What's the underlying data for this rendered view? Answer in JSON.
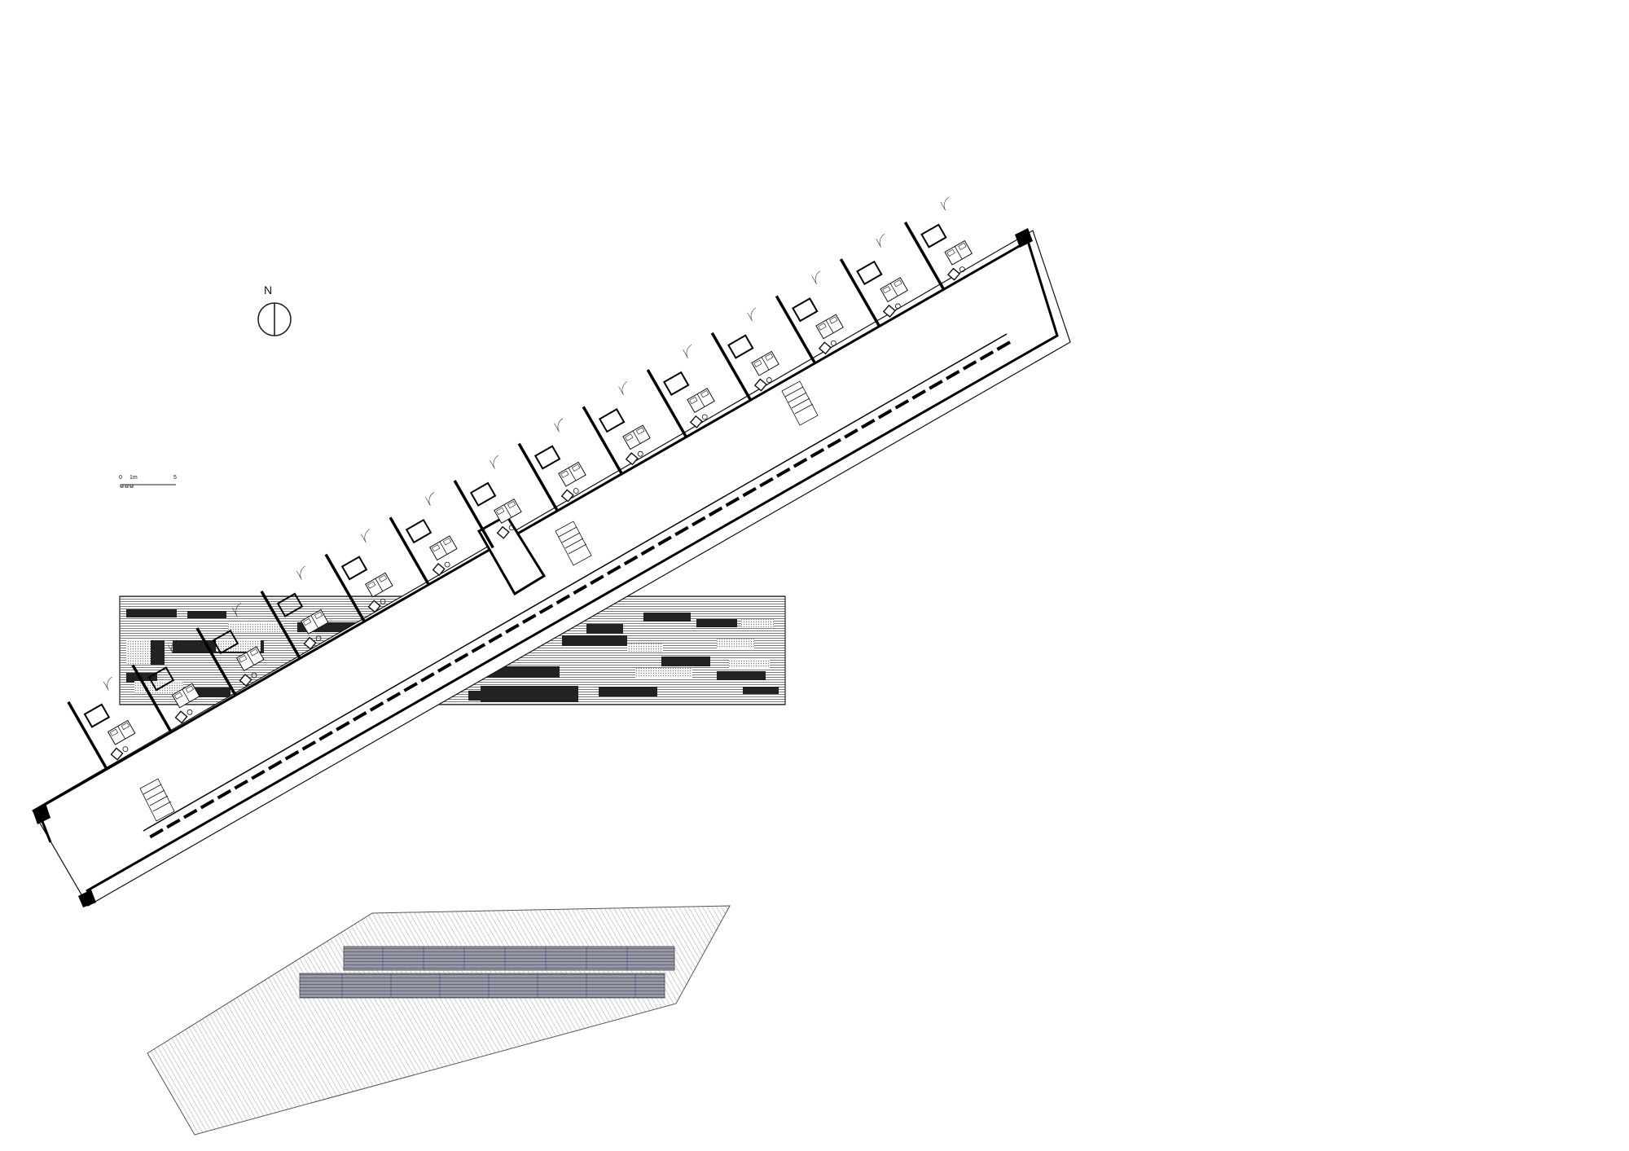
{
  "north_arrow": {
    "label": "N",
    "icon": "north-arrow-icon"
  },
  "scale_bar": {
    "tick_zero": "0",
    "tick_unit": "1m",
    "tick_end": "5",
    "icon": "scale-bar-icon"
  },
  "drawing": {
    "wall_color": "#000000",
    "line_color": "#222222",
    "hatch_color": "#555555",
    "accent_color": "#3a3f9a",
    "background": "#ffffff"
  }
}
